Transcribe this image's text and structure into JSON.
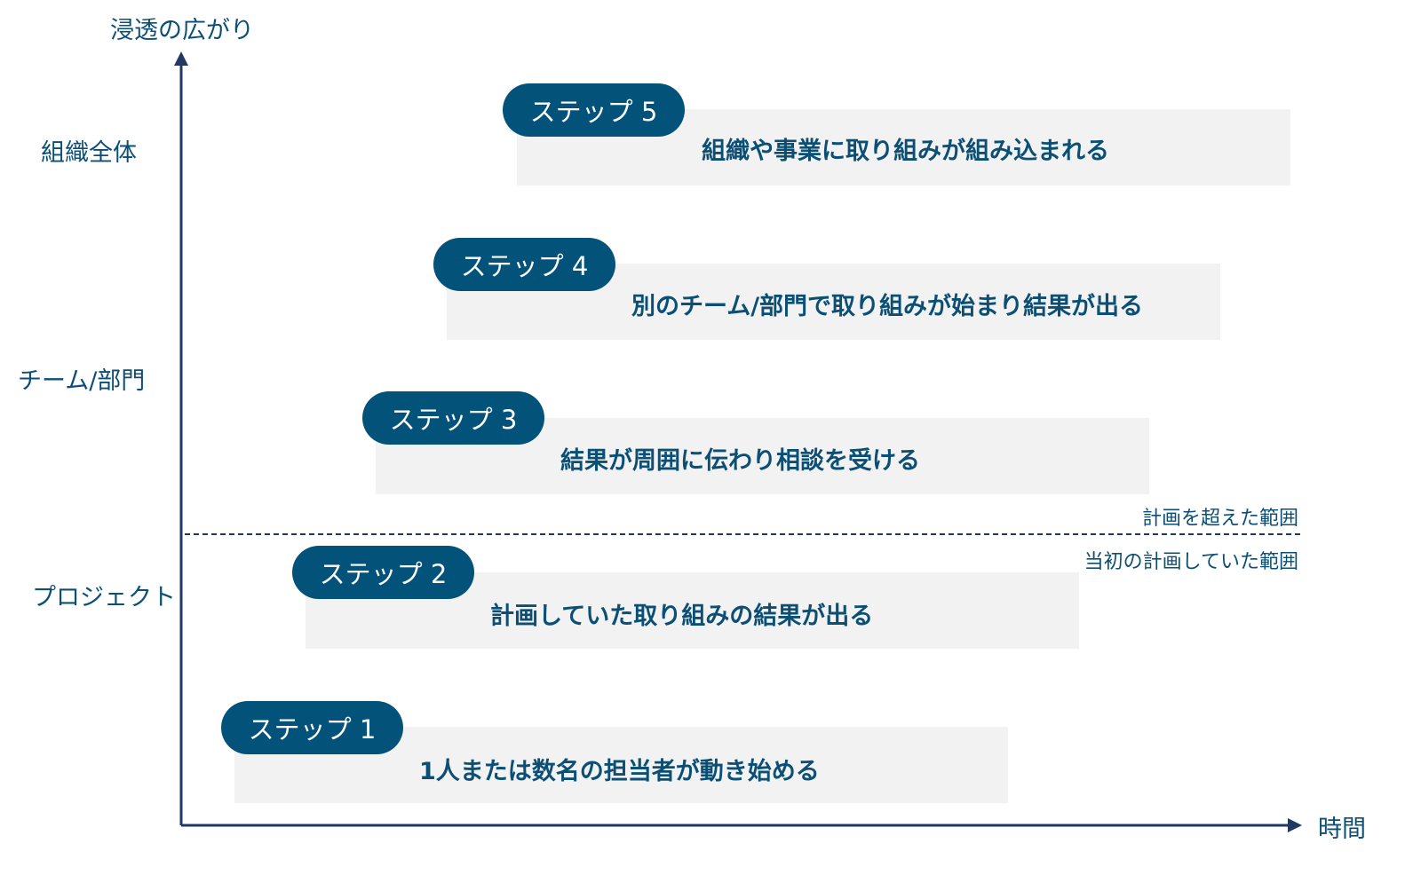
{
  "axes": {
    "y_title": "浸透の広がり",
    "x_title": "時間",
    "y_levels": [
      "組織全体",
      "チーム/部門",
      "プロジェクト"
    ]
  },
  "boundary": {
    "above": "計画を超えた範囲",
    "below": "当初の計画していた範囲"
  },
  "steps": [
    {
      "label": "ステップ 1",
      "text": "1人または数名の担当者が動き始める"
    },
    {
      "label": "ステップ 2",
      "text": "計画していた取り組みの結果が出る"
    },
    {
      "label": "ステップ 3",
      "text": "結果が周囲に伝わり相談を受ける"
    },
    {
      "label": "ステップ 4",
      "text": "別のチーム/部門で取り組みが始まり結果が出る"
    },
    {
      "label": "ステップ 5",
      "text": "組織や事業に取り組みが組み込まれる"
    }
  ],
  "colors": {
    "pill": "#03527A",
    "text": "#0B4F75",
    "axis": "#1F3864",
    "box": "#F2F2F2"
  }
}
